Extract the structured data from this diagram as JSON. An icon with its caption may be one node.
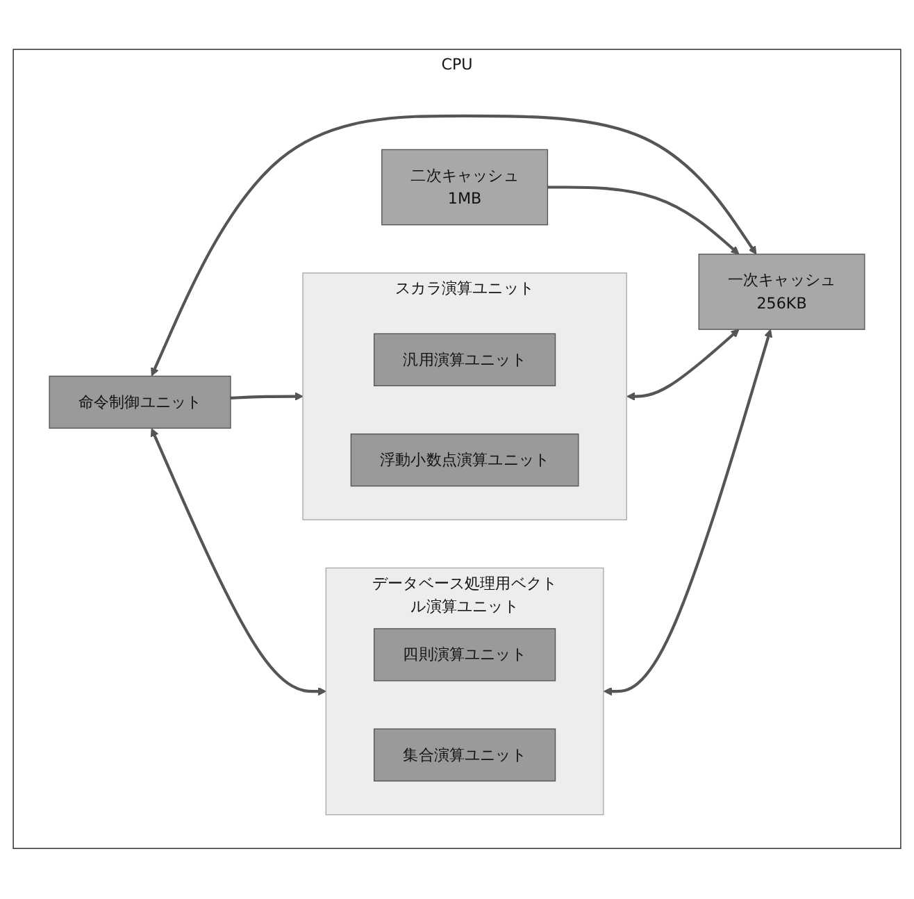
{
  "diagram": {
    "nodes": [
      {
        "text": [
          "CPU"
        ]
      },
      {
        "text": [
          "スカラ演算ユニット"
        ],
        "in": 0
      },
      {
        "text": [
          "汎用演算ユニット"
        ],
        "in": 1
      },
      {
        "text": [
          "浮動小数点演算ユニット"
        ],
        "in": 1
      },
      {
        "text": [
          "命令制御ユニット"
        ],
        "in": 0
      },
      {
        "text": [
          "データベース処理用ベクトル演算ユニット"
        ],
        "in": 0
      },
      {
        "text": [
          "四則演算ユニット"
        ],
        "in": 5
      },
      {
        "text": [
          "集合演算ユニット"
        ],
        "in": 5
      },
      {
        "text": [
          "一次キャッシュ",
          "256KB"
        ],
        "in": 0
      },
      {
        "text": [
          "二次キャッシュ",
          "1MB"
        ],
        "in": 0
      }
    ],
    "edges": [
      {
        "from": 4,
        "to": 1,
        "arrow": "to"
      },
      {
        "from": 4,
        "to": 5,
        "arrow": "both"
      },
      {
        "from": 1,
        "to": 8,
        "arrow": "both"
      },
      {
        "from": 4,
        "to": 8,
        "arrow": "both"
      },
      {
        "from": 5,
        "to": 8,
        "arrow": "both"
      },
      {
        "from": 9,
        "to": 8,
        "arrow": "to"
      }
    ]
  }
}
